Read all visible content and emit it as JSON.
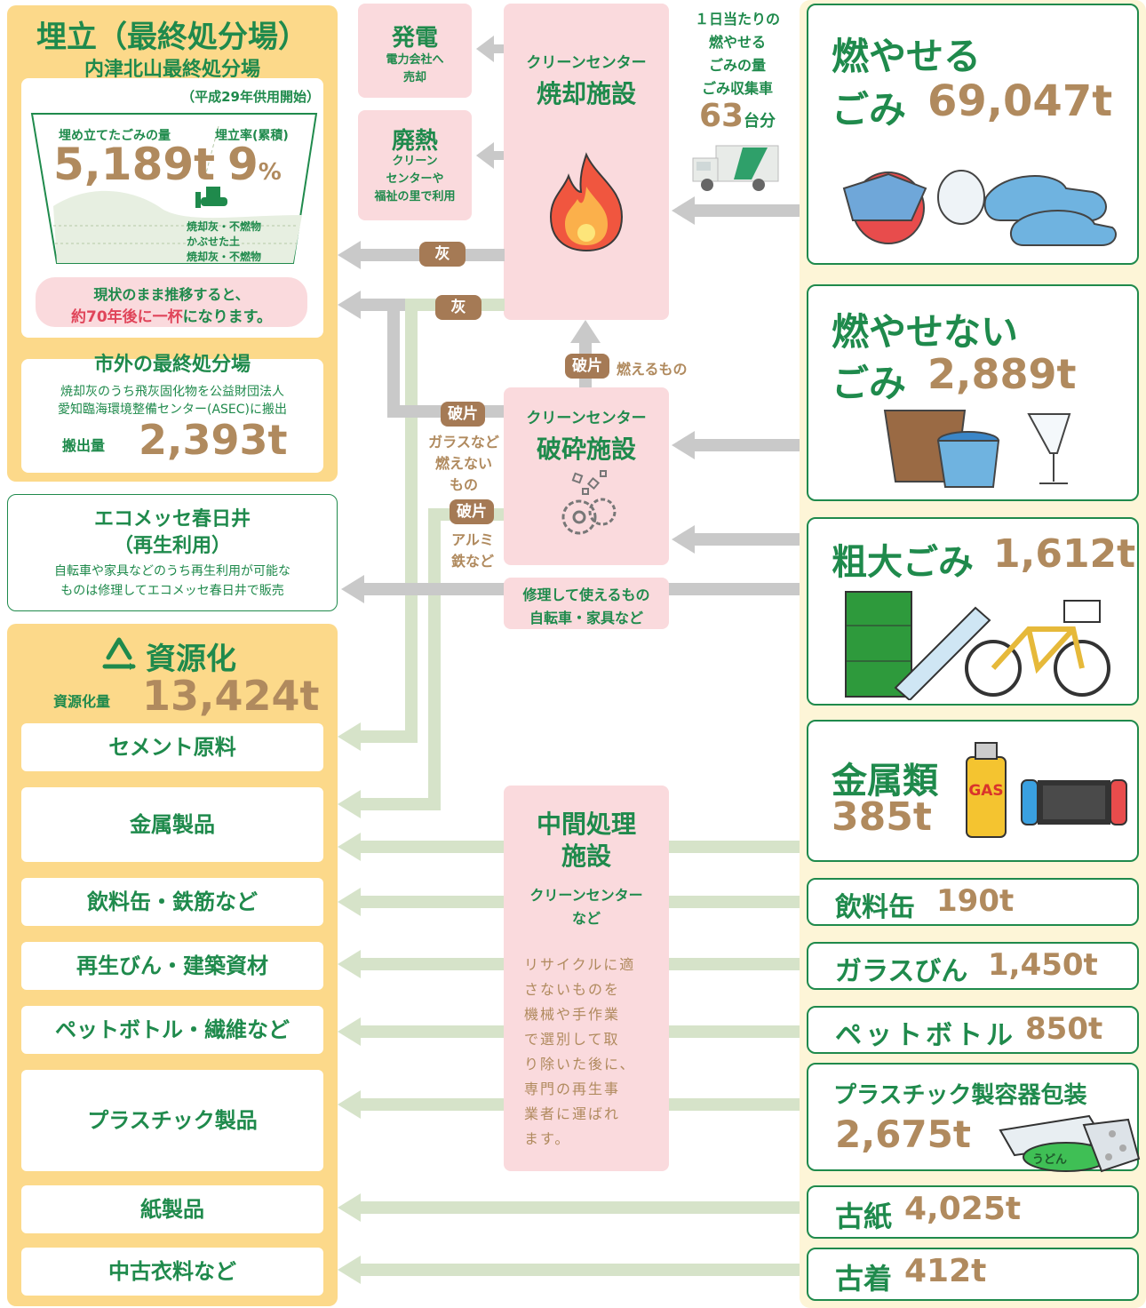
{
  "landfill": {
    "title": "埋立（最終処分場）",
    "site_name": "内津北山最終処分場",
    "site_since": "（平成29年供用開始）",
    "filled_label": "埋め立てたごみの量",
    "filled_value": "5,189t",
    "rate_label": "埋立率(累積)",
    "rate_value": "9",
    "rate_unit": "%",
    "layer1": "焼却灰・不燃物",
    "layer2": "かぶせた土",
    "layer3": "焼却灰・不燃物",
    "note_line1": "現状のまま推移すると、",
    "note_line2_red": "約70年後に一杯",
    "note_line2_rest": "になります。",
    "outside_title": "市外の最終処分場",
    "outside_desc1": "焼却灰のうち飛灰固化物を公益財団法人",
    "outside_desc2": "愛知臨海環境整備センター(ASEC)に搬出",
    "outside_amount_label": "搬出量",
    "outside_amount_value": "2,393t"
  },
  "ecomesse": {
    "title1": "エコメッセ春日井",
    "title2": "（再生利用）",
    "desc1": "自転車や家具などのうち再生利用が可能な",
    "desc2": "ものは修理してエコメッセ春日井で販売"
  },
  "resource": {
    "title": "資源化",
    "amount_label": "資源化量",
    "amount_value": "13,424t",
    "items": [
      "セメント原料",
      "金属製品",
      "飲料缶・鉄筋など",
      "再生びん・建築資材",
      "ペットボトル・繊維など",
      "プラスチック製品",
      "紙製品",
      "中古衣料など"
    ]
  },
  "power": {
    "title": "発電",
    "desc1": "電力会社へ",
    "desc2": "売却"
  },
  "heat": {
    "title": "廃熱",
    "desc1": "クリーン",
    "desc2": "センターや",
    "desc3": "福祉の里で利用"
  },
  "incinerator": {
    "title1": "クリーンセンター",
    "title2": "焼却施設"
  },
  "crusher": {
    "title1": "クリーンセンター",
    "title2": "破砕施設"
  },
  "middle": {
    "title1": "中間処理",
    "title2": "施設",
    "sub1": "クリーンセンター",
    "sub2": "など",
    "desc": [
      "リサイクルに適",
      "さないものを",
      "機械や手作業",
      "で選別して取",
      "り除いた後に、",
      "専門の再生事",
      "業者に運ばれ",
      "ます。"
    ]
  },
  "trucks": {
    "line1": "１日当たりの",
    "line2": "燃やせる",
    "line3": "ごみの量",
    "line4": "ごみ収集車",
    "count": "63",
    "unit": "台分"
  },
  "tags": {
    "ash1": "灰",
    "ash2": "灰",
    "frag_burn": "破片",
    "frag_burn_label": "燃えるもの",
    "frag_glass": "破片",
    "frag_glass_l1": "ガラスなど",
    "frag_glass_l2": "燃えない",
    "frag_glass_l3": "もの",
    "frag_metal": "破片",
    "frag_metal_l1": "アルミ",
    "frag_metal_l2": "鉄など",
    "repair1": "修理して使えるもの",
    "repair2": "自転車・家具など"
  },
  "sources": {
    "burnable": {
      "l1": "燃やせる",
      "l2": "ごみ",
      "value": "69,047t"
    },
    "nonburnable": {
      "l1": "燃やせない",
      "l2": "ごみ",
      "value": "2,889t"
    },
    "bulky": {
      "label": "粗大ごみ",
      "value": "1,612t"
    },
    "metal": {
      "label": "金属類",
      "value": "385t",
      "can_text": "GAS"
    },
    "cans": {
      "label": "飲料缶",
      "value": "190t"
    },
    "glass": {
      "label": "ガラスびん",
      "value": "1,450t"
    },
    "pet": {
      "label": "ペットボトル",
      "value": "850t"
    },
    "plastic": {
      "label": "プラスチック製容器包装",
      "value": "2,675t",
      "cup_text": "うどん"
    },
    "paper": {
      "label": "古紙",
      "value": "4,025t"
    },
    "clothes": {
      "label": "古着",
      "value": "412t"
    }
  },
  "colors": {
    "green": "#1f8a4c",
    "brown": "#b08a5e",
    "yellow": "#fcd98a",
    "pink": "#fadadd",
    "red": "#e0455a"
  }
}
